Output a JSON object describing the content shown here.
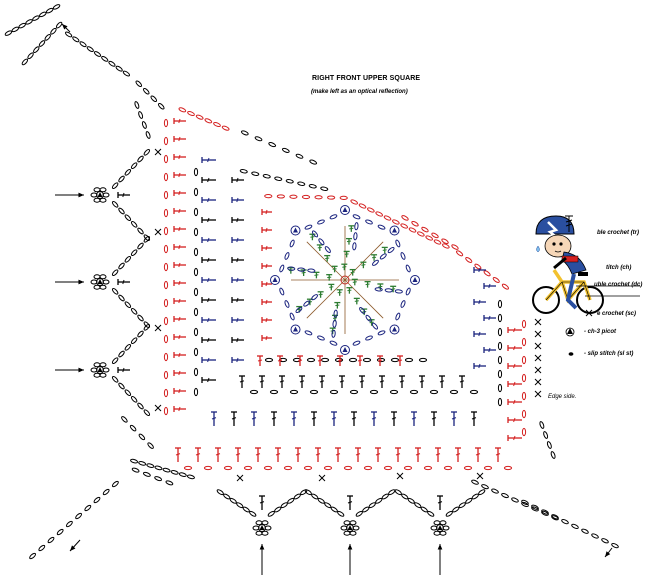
{
  "header": {
    "title": "RIGHT FRONT UPPER SQUARE",
    "subtitle": "(make left as an optical reflection)"
  },
  "legend": {
    "items": [
      {
        "symbol": "treble-crochet-symbol",
        "label": "ble crochet (tr)"
      },
      {
        "symbol": "chain-symbol",
        "label": "titch (ch)"
      },
      {
        "symbol": "double-crochet-symbol",
        "label": "uble crochet (dc)"
      },
      {
        "symbol": "single-crochet-symbol",
        "label": "e crochet (sc)"
      },
      {
        "symbol": "picot-symbol",
        "label": "- ch-3 picot"
      },
      {
        "symbol": "slip-stitch-symbol",
        "label": "- slip stitch (sl st)"
      }
    ]
  },
  "edge_label": "Edge side.",
  "colors": {
    "ink": "#000000",
    "red": "#d42020",
    "navy": "#1a237e",
    "green": "#2e7d32",
    "brown": "#8d5a2b",
    "helmet_blue": "#2a4fa0",
    "bike_yellow": "#f2c12e"
  }
}
